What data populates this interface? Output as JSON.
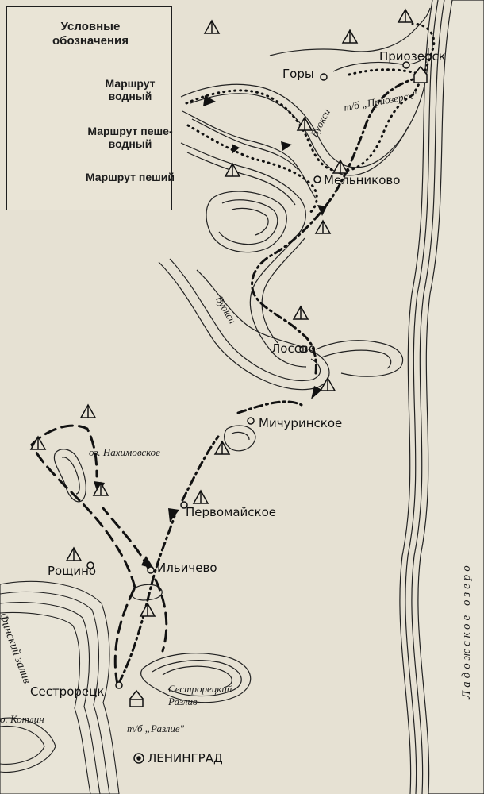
{
  "legend": {
    "title": "Условные обозначения",
    "routes": [
      {
        "label": "Маршрут водный",
        "style": "dotted"
      },
      {
        "label": "Маршрут пеше-водный",
        "style": "dash-dot"
      },
      {
        "label": "Маршрут пеший",
        "style": "dashed"
      }
    ]
  },
  "places": {
    "priozersk": "Приозерск",
    "gory": "Горы",
    "melnikovo": "Мельниково",
    "losevo": "Лосево",
    "michurinskoe": "Мичуринское",
    "pervomaiskoe": "Первомайское",
    "roshchino": "Рощино",
    "ilichevo": "Ильичево",
    "sestroretsk": "Сестрорецк",
    "leningrad": "ЛЕНИНГРАД"
  },
  "water_labels": {
    "vuoksi_north": "Вуокси",
    "vuoksi_south": "Вуокси",
    "nakhimovskoe": "оз. Нахимовское",
    "razliv": "Сестрорецкий Разлив",
    "finnish_gulf": "Финский залив",
    "kotlin": "о. Котлин",
    "ladoga": "Ладожское озеро"
  },
  "bases": {
    "priozersk": "т/б „Приозерск\"",
    "razliv": "т/б „Разлив\""
  },
  "colors": {
    "ink": "#1a1a1a",
    "paper": "#e6e1d3"
  },
  "icons": [
    "tent-icon",
    "route-arrow-icon",
    "tourist-base-icon"
  ]
}
